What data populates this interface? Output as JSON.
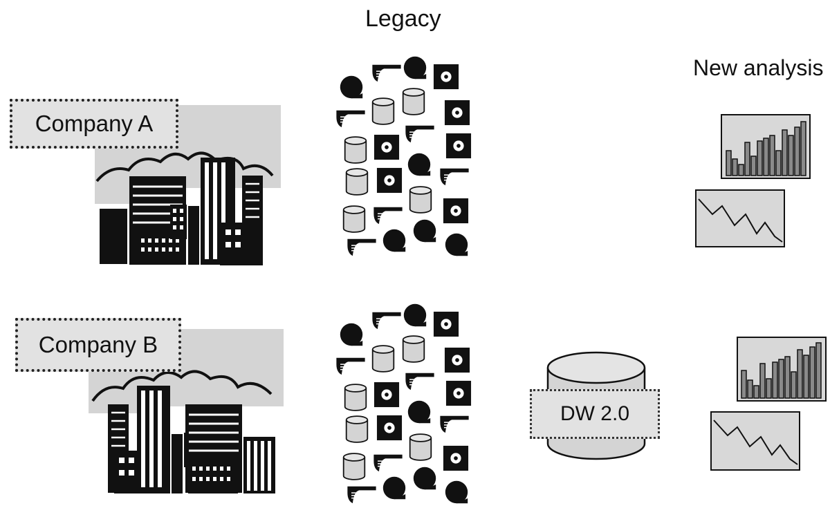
{
  "legacy_title": "Legacy",
  "new_analysis_title": "New analysis",
  "company_a": {
    "label": "Company A"
  },
  "company_b": {
    "label": "Company B"
  },
  "warehouse": {
    "label": "DW 2.0"
  },
  "colors": {
    "dark": "#111111",
    "fill_gray": "#d4d4d4",
    "light_gray": "#e2e2e2",
    "bar_gray": "#8a8a8a"
  },
  "icons": [
    "city-skyline-icon",
    "cloud-icon",
    "disk-icon",
    "document-icon",
    "storage-cylinder-icon",
    "floppy-icon",
    "bar-chart-icon",
    "line-chart-icon",
    "database-cylinder-icon"
  ]
}
